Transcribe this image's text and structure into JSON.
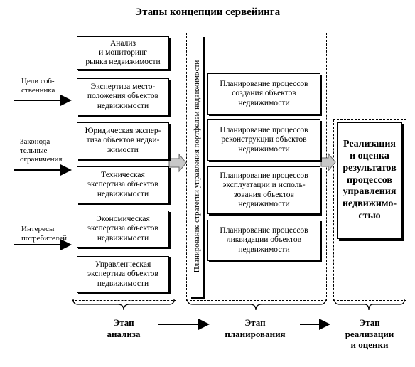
{
  "title": "Этапы концепции сервейинга",
  "inputs": [
    "Цели соб-\nственника",
    "Законода-\nтельные\nограничения",
    "Интересы\nпотребителей"
  ],
  "analysis_boxes": [
    "Анализ\nи мониторинг\nрынка недвижимости",
    "Экспертиза место-\nположения объектов\nнедвижимости",
    "Юридическая экспер-\nтиза объектов недви-\nжимости",
    "Техническая\nэкспертиза объектов\nнедвижимости",
    "Экономическая\nэкспертиза объектов\nнедвижимости",
    "Управленческая\nэкспертиза объектов\nнедвижимости"
  ],
  "strategy_label": "Планирование стратегии управления портфелем недвижимости",
  "planning_boxes": [
    "Планирование процессов\nсоздания объектов\nнедвижимости",
    "Планирование процессов\nреконструкции объектов\nнедвижимости",
    "Планирование процессов\nэксплуатации и исполь-\nзования объектов\nнедвижимости",
    "Планирование процессов\nликвидации объектов\nнедвижимости"
  ],
  "result_box": "Реализация\nи оценка\nрезультатов\nпроцессов\nуправления\nнедвижимо-\nстью",
  "stages": [
    "Этап\nанализа",
    "Этап\nпланирования",
    "Этап\nреализации\nи оценки"
  ]
}
